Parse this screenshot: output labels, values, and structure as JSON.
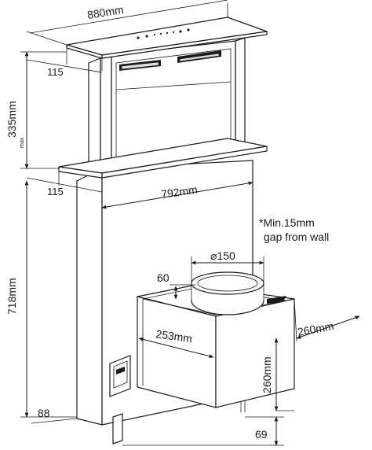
{
  "dimensions": {
    "top_width": "880mm",
    "top_depth": "115",
    "rise_height": "335mm",
    "rise_height_suffix": "max",
    "body_depth": "115",
    "body_width": "792mm",
    "body_height": "718mm",
    "duct_diameter": "⌀150",
    "duct_offset": "60",
    "motor_depth": "253mm",
    "motor_width": "260mm",
    "motor_height": "260mm",
    "bottom_depth": "88",
    "bottom_height": "69"
  },
  "note": {
    "line1": "*Min.15mm",
    "line2": "gap from wall"
  }
}
